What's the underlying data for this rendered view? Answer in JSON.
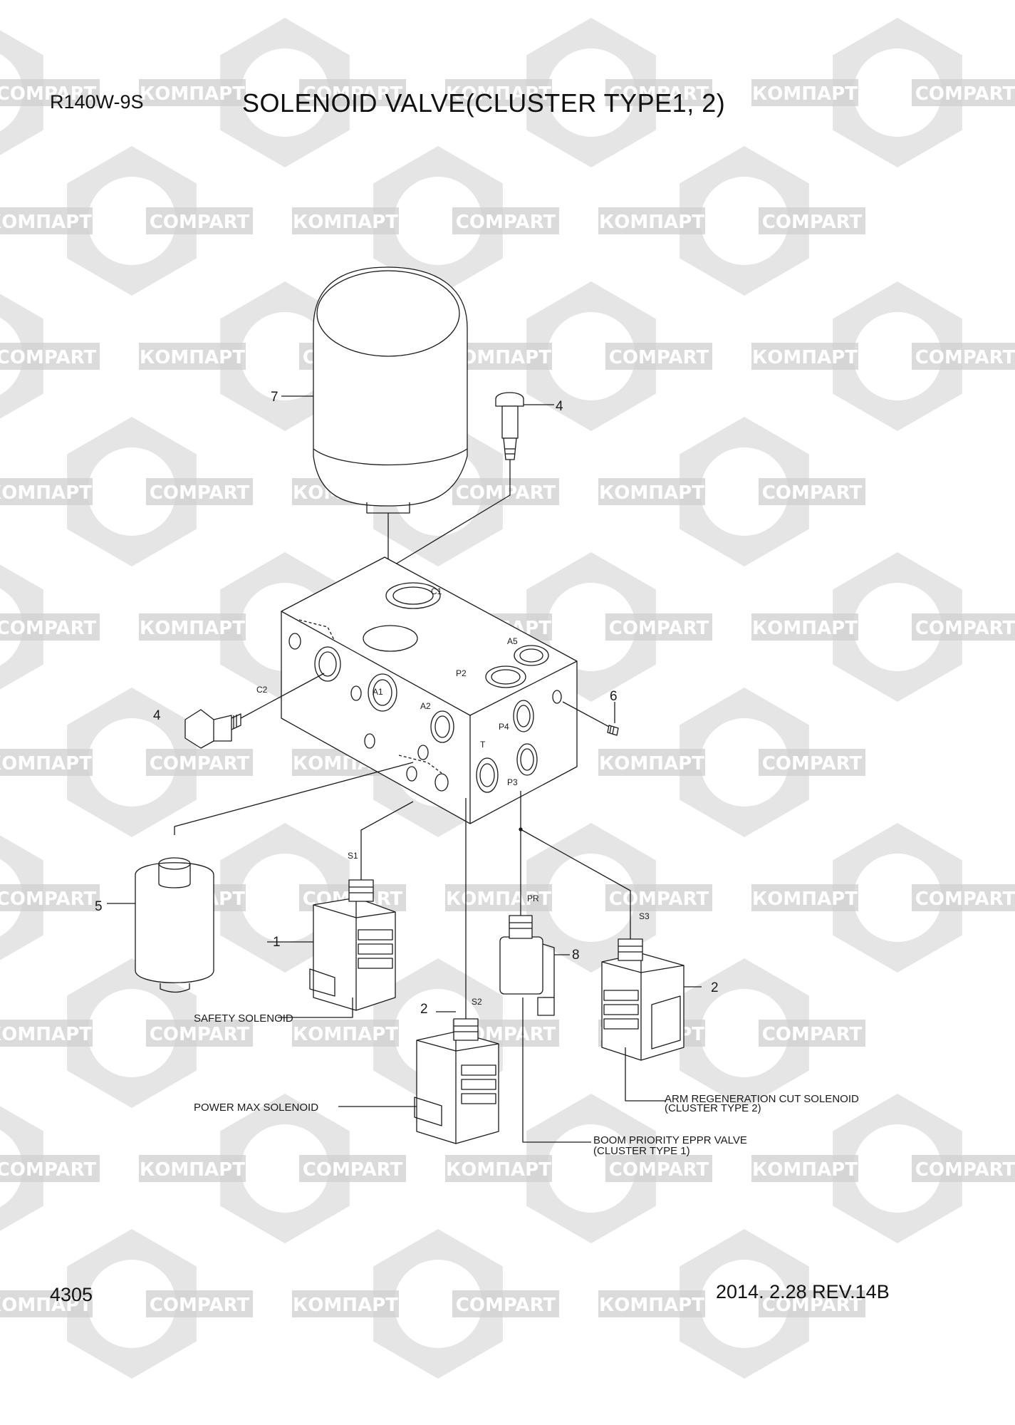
{
  "header": {
    "model": "R140W-9S",
    "title": "SOLENOID VALVE(CLUSTER TYPE1, 2)"
  },
  "footer": {
    "page_number": "4305",
    "revision": "2014. 2.28  REV.14B"
  },
  "watermark": {
    "text_cyrillic": "КОМПАРТ",
    "text_latin": "COMPART",
    "color": "#cfcfcf"
  },
  "callouts": {
    "c1": "1",
    "c2": "2",
    "c2b": "2",
    "c4a": "4",
    "c4b": "4",
    "c5": "5",
    "c6": "6",
    "c7": "7",
    "c8": "8"
  },
  "ports": {
    "c1": "C1",
    "c2": "C2",
    "a1": "A1",
    "a2": "A2",
    "a5": "A5",
    "p2": "P2",
    "p3": "P3",
    "p4": "P4",
    "t": "T",
    "s1": "S1",
    "s2": "S2",
    "s3": "S3",
    "pr": "PR"
  },
  "part_labels": {
    "safety": "SAFETY SOLENOID",
    "power_max": "POWER MAX SOLENOID",
    "arm_regen_1": "ARM REGENERATION CUT SOLENOID",
    "arm_regen_2": "(CLUSTER TYPE 2)",
    "boom_priority_1": "BOOM PRIORITY EPPR VALVE",
    "boom_priority_2": "(CLUSTER TYPE 1)"
  }
}
